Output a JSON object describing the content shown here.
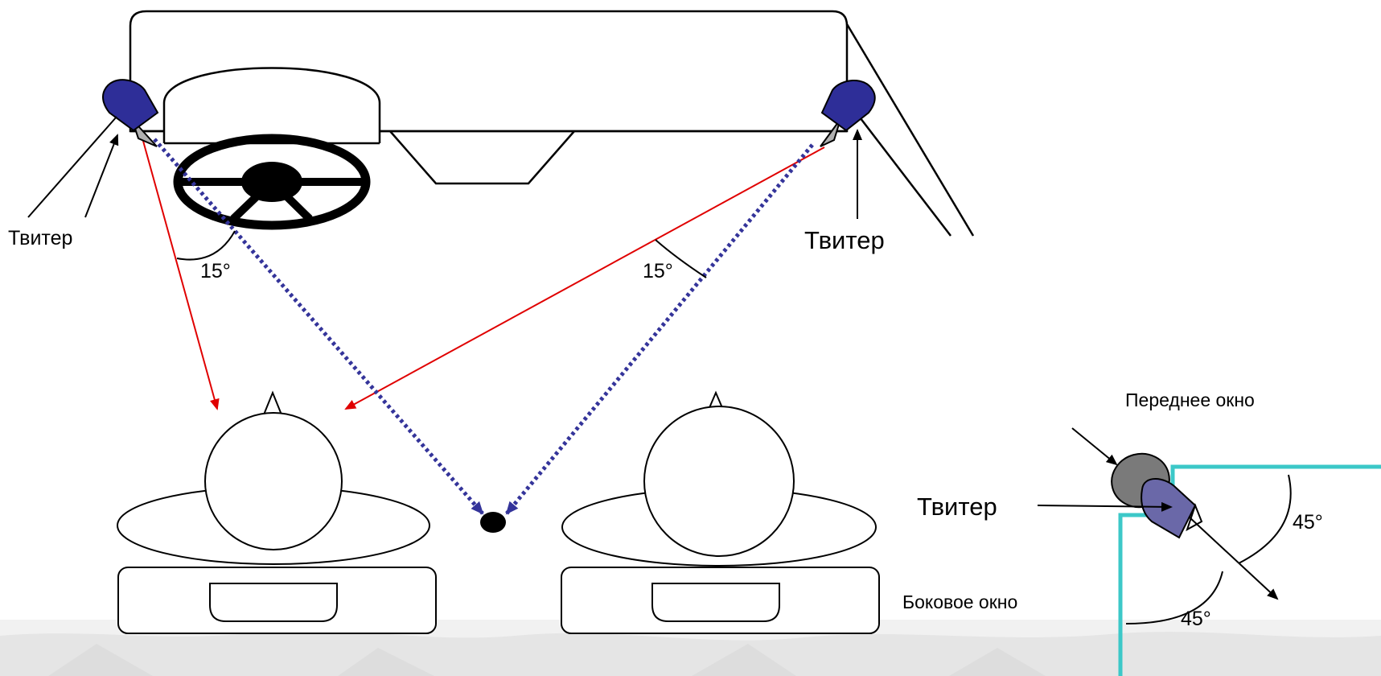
{
  "labels": {
    "tweeter_left": "Твитер",
    "tweeter_right": "Твитер",
    "tweeter_detail": "Твитер",
    "angle_left": "15°",
    "angle_right": "15°",
    "angle_top": "45°",
    "angle_bottom": "45°",
    "front_window": "Переднее окно",
    "side_window": "Боковое окно"
  },
  "colors": {
    "tweeter_fill": "#2e2e98",
    "tweeter_detail_fill": "#6a68a8",
    "tweeter_housing": "#7a7a7a",
    "tweeter_cone": "#b0b0b0",
    "direct_ray": "#e00000",
    "focus_ray": "#34349a",
    "window_frame": "#3cc8c8",
    "outline": "#000000",
    "ground_texture": "#d4d4d4"
  },
  "icons": [
    "left-tweeter-icon",
    "right-tweeter-icon",
    "detail-tweeter-icon",
    "steering-wheel-icon",
    "listener-head-icon",
    "focus-point-icon"
  ]
}
